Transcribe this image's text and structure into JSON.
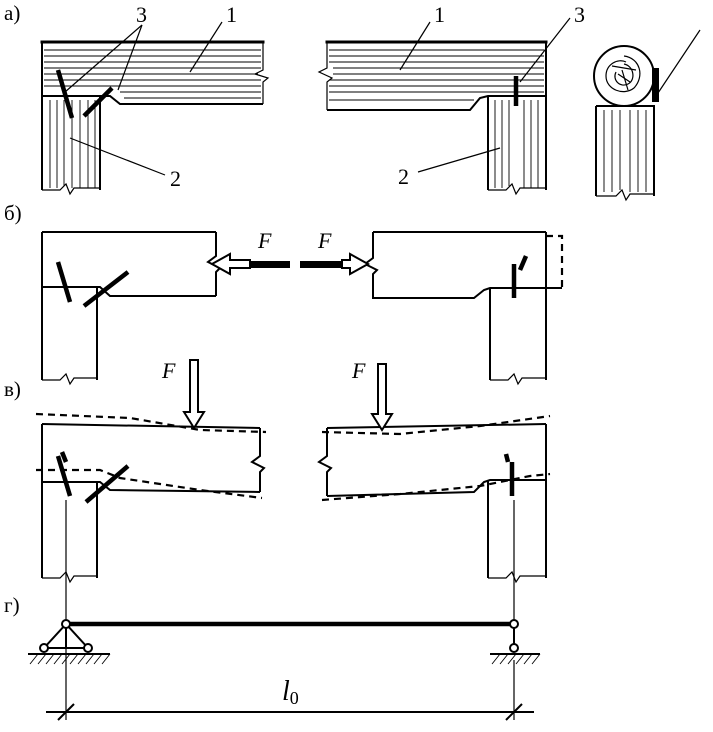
{
  "panels": {
    "a": "а)",
    "b": "б)",
    "v": "в)",
    "g": "г)"
  },
  "callouts": {
    "beam": "1",
    "post": "2",
    "connector": "3"
  },
  "force": "F",
  "span": {
    "symbol": "l",
    "subscript": "0"
  }
}
